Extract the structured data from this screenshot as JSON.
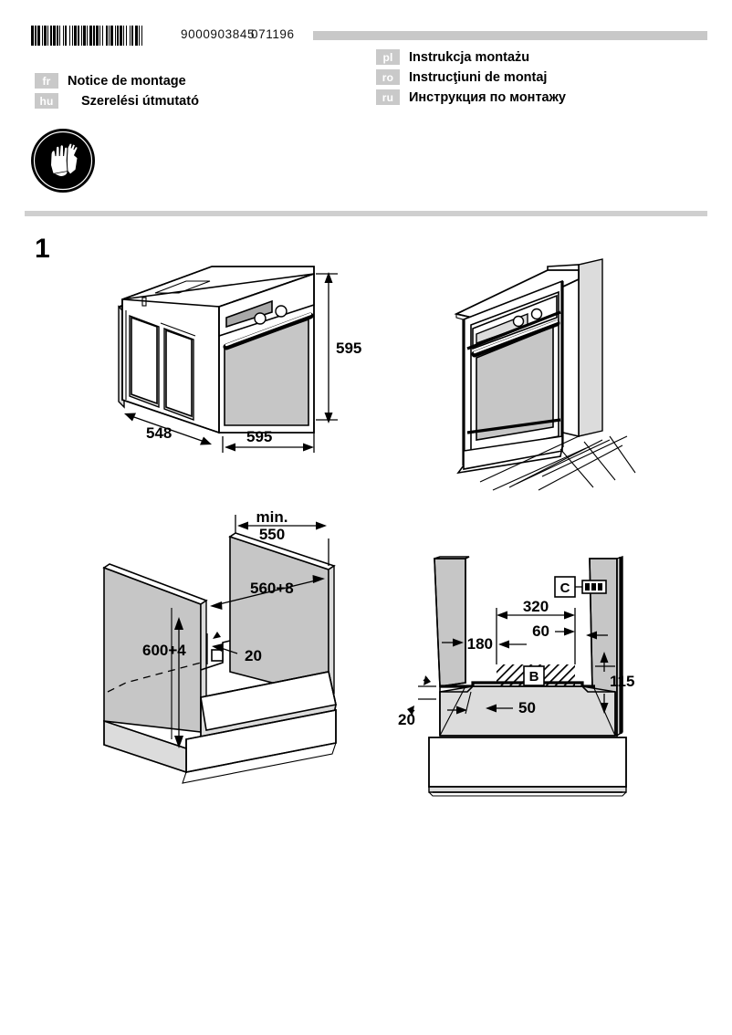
{
  "header": {
    "barcode_number": "9000903845",
    "document_code": "071196",
    "barcode_icon": "barcode-icon",
    "safety_icon": "protective-gloves-icon"
  },
  "languages": {
    "left": [
      {
        "code": "fr",
        "title": "Notice de montage",
        "indent": false
      },
      {
        "code": "hu",
        "title": "Szerelési útmutató",
        "indent": true
      }
    ],
    "right": [
      {
        "code": "pl",
        "title": "Instrukcja montażu"
      },
      {
        "code": "ro",
        "title": "Instrucţiuni de montaj"
      },
      {
        "code": "ru",
        "title": "Инструкция по монтажу"
      }
    ]
  },
  "section": {
    "number": "1"
  },
  "figures": {
    "appliance_isometric": {
      "name": "oven-isometric-dimensions",
      "dimensions": {
        "height": "595",
        "width": "595",
        "depth": "548"
      }
    },
    "installed_view": {
      "name": "oven-installed-in-cabinet"
    },
    "cabinet_niche": {
      "name": "cabinet-niche-dimensions",
      "dimensions": {
        "depth_min_label": "min.",
        "depth_min_value": "550",
        "width": "560+8",
        "height": "600+4",
        "front_offset": "20"
      }
    },
    "ventilation_cutout": {
      "name": "ventilation-cutout-dimensions",
      "dimensions": {
        "total_width": "320",
        "partial_width": "60",
        "left_offset": "180",
        "right_height": "115",
        "front_depth": "50",
        "panel_thickness": "20"
      },
      "zone_labels": {
        "hatched_area": "B",
        "socket_callout": "C"
      },
      "socket_icon": "power-socket-icon"
    }
  }
}
